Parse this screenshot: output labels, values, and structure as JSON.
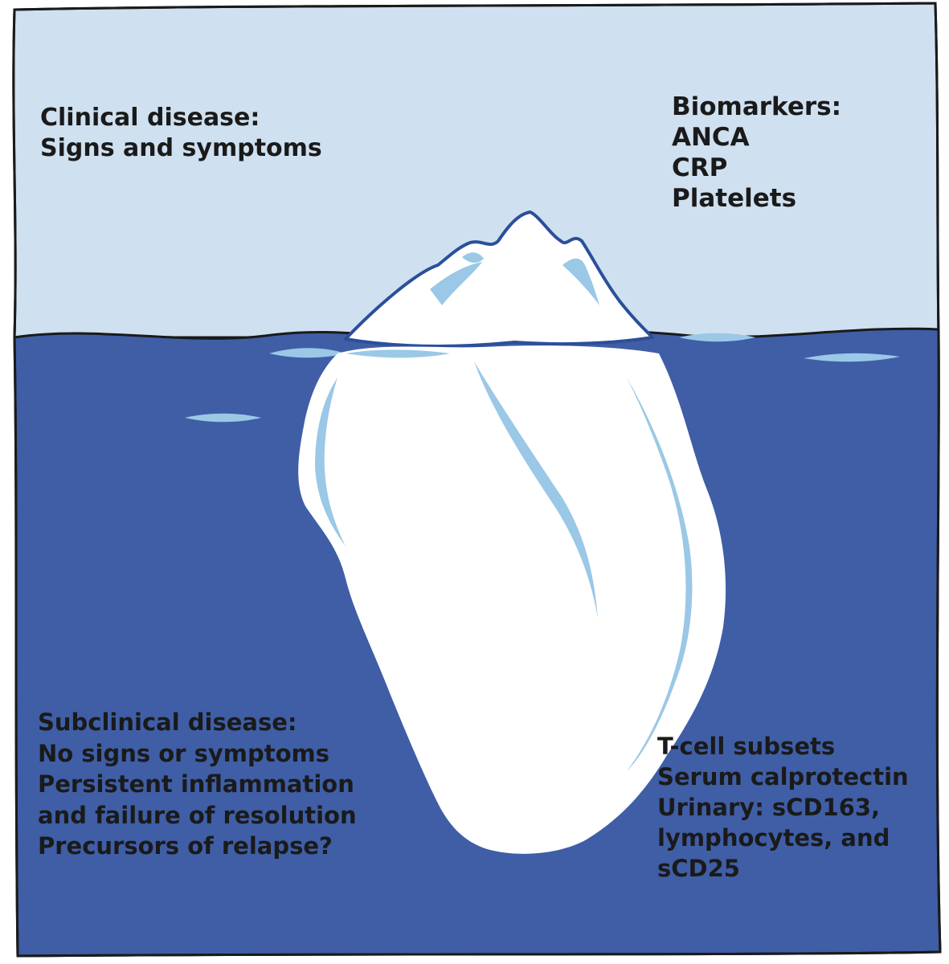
{
  "colors": {
    "sky": "#cfe0f0",
    "water": "#3f5ea6",
    "ice": "#ffffff",
    "ice_shadow": "#9ac8e6",
    "outline": "#2b4f9a",
    "text": "#1a1a1a"
  },
  "labels": {
    "clinical": {
      "line1": "Clinical disease:",
      "line2": "Signs and symptoms"
    },
    "biomarkers": {
      "heading": "Biomarkers:",
      "items": [
        "ANCA",
        "CRP",
        "Platelets"
      ]
    },
    "subclinical": {
      "line1": "Subclinical disease:",
      "line2": "No  signs or symptoms",
      "line3": "Persistent inflammation",
      "line4": "and failure of resolution",
      "line5": "Precursors of relapse?"
    },
    "subclinical_markers": {
      "line1": "T-cell subsets",
      "line2": "Serum  calprotectin",
      "line3": "Urinary:  sCD163,",
      "line4": "lymphocytes, and",
      "line5": "sCD25"
    }
  }
}
